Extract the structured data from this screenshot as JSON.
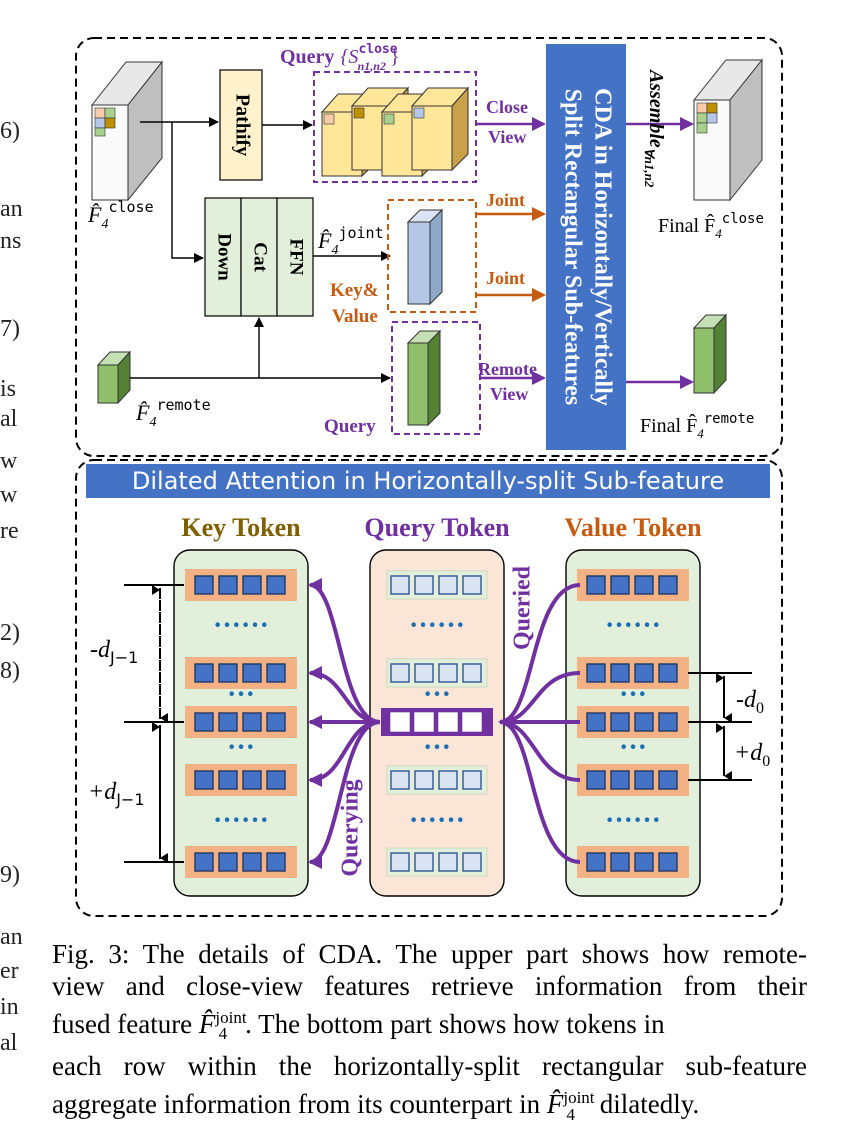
{
  "left_margin_fragments": [
    "6)",
    "an",
    "ns",
    "7)",
    "is",
    "al",
    "w",
    "w",
    "re",
    "2)",
    "8)",
    "9)",
    "an",
    "er",
    "in",
    "al"
  ],
  "top_panel": {
    "query_label": "Query",
    "query_set_symbol": "{S",
    "query_set_sup": "close",
    "query_set_sub": "n1,n2",
    "query_set_close": "}",
    "pathify_label": "Pathify",
    "close_view_label": [
      "Close",
      "View"
    ],
    "f_close_label": "F̂",
    "f_close_sub": "4",
    "f_close_sup": "close",
    "fusion_blocks": [
      "Down",
      "Cat",
      "FFN"
    ],
    "f_joint_label": "F̂",
    "f_joint_sub": "4",
    "f_joint_sup": "joint",
    "joint_labels": [
      "Joint",
      "Joint"
    ],
    "key_value_label": [
      "Key&",
      "Value"
    ],
    "f_remote_label": "F̂",
    "f_remote_sub": "4",
    "f_remote_sup": "remote",
    "query_bottom_label": "Query",
    "remote_view_label": [
      "Remote",
      "View"
    ],
    "cda_block_text": [
      "CDA in Horizontally/Vertically",
      "Split Rectangular Sub-features"
    ],
    "assemble_label": "Assemble",
    "assemble_sub": "∀n1,n2",
    "final_close_label": "Final F̂",
    "final_close_sub": "4",
    "final_close_sup": "close",
    "final_remote_label": "Final F̂",
    "final_remote_sub": "4",
    "final_remote_sup": "remote"
  },
  "bottom_panel": {
    "banner": "Dilated Attention in Horizontally-split Sub-feature",
    "key_token_title": "Key Token",
    "query_token_title": "Query Token",
    "value_token_title": "Value Token",
    "queried_label": "Queried",
    "querying_label": "Querying",
    "minus_dj": "-d",
    "plus_dj": "+d",
    "dj_sub": "J−1",
    "minus_d0": "-d",
    "plus_d0": "+d",
    "d0_sub": "0",
    "dots_long": "······",
    "dots_short": "···"
  },
  "caption": {
    "line1": "Fig. 3: The details of CDA. The upper part shows how remote-",
    "line2": "view and close-view features retrieve information from their",
    "line3a": "fused feature ",
    "line3_sym": "F̂",
    "line3_sup": "joint",
    "line3_sub": "4",
    "line3b": ". The bottom part shows how tokens in",
    "line4": "each row within the horizontally-split rectangular sub-feature",
    "line5a": "aggregate information from its counterpart in ",
    "line5_sym": "F̂",
    "line5_sup": "joint",
    "line5_sub": "4",
    "line5b": " dilatedly."
  },
  "colors": {
    "purple": "#7030a0",
    "orange": "#c55a11",
    "blue_block": "#4472c4",
    "key_title": "#7f6000",
    "green_panel": "#e2efda",
    "peach_panel": "#fbe5d6",
    "token_orange": "#f4b183",
    "token_blue": "#4472c4",
    "pathify_fill": "#fff2cc",
    "green_cube": "#8fbf6a"
  }
}
